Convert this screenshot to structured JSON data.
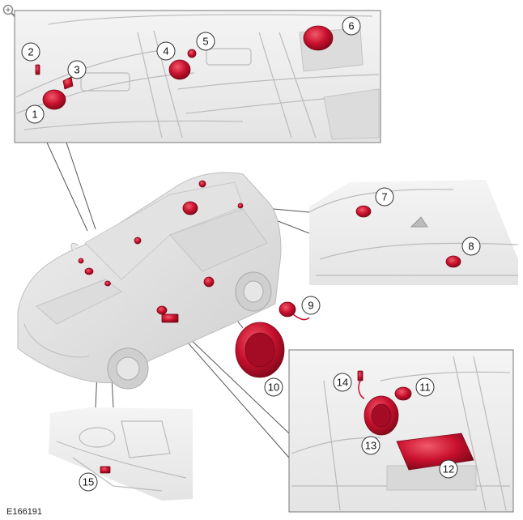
{
  "figure_id": "E166191",
  "zoom_icon": "magnifier-plus-icon",
  "callouts": [
    "1",
    "2",
    "3",
    "4",
    "5",
    "6",
    "7",
    "8",
    "9",
    "10",
    "11",
    "12",
    "13",
    "14",
    "15"
  ],
  "colors": {
    "speaker": "#c8102e",
    "speaker_dark": "#8e0a1f",
    "line": "#555555",
    "panel_border": "#777777"
  }
}
